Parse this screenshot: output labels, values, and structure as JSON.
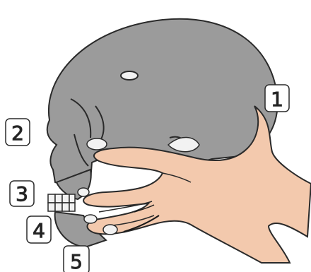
{
  "colors": {
    "skull": "#9b9b9b",
    "skin": "#f3c9ad",
    "teeth": "#f2f2f2",
    "outline": "#2a2a2a",
    "badge_fill": "#ffffff"
  },
  "labels": [
    {
      "id": "1",
      "text": "1"
    },
    {
      "id": "2",
      "text": "2"
    },
    {
      "id": "3",
      "text": "3"
    },
    {
      "id": "4",
      "text": "4"
    },
    {
      "id": "5",
      "text": "5"
    }
  ]
}
